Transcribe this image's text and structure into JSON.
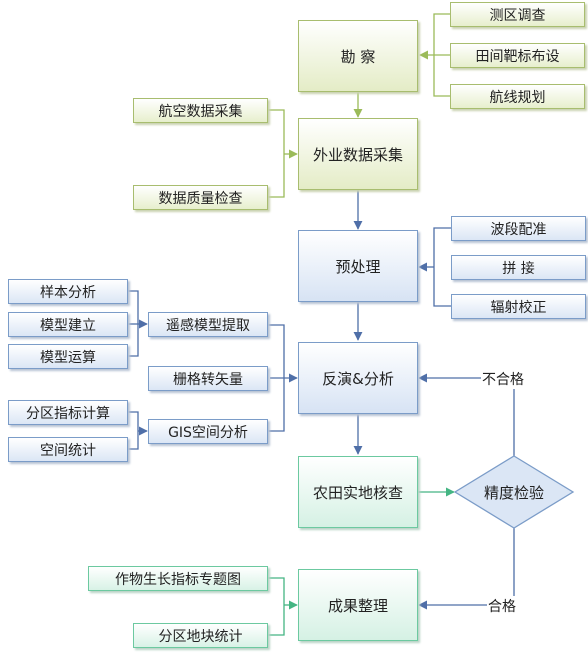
{
  "nodes": {
    "kancha": "勘 察",
    "cequ": "测区调查",
    "tianjian": "田间靶标布设",
    "hangxian": "航线规划",
    "hangkong": "航空数据采集",
    "zhiliang": "数据质量检查",
    "waiye": "外业数据采集",
    "yuchuli": "预处理",
    "boduan": "波段配准",
    "pinjie": "拼 接",
    "fushe": "辐射校正",
    "yangben": "样本分析",
    "jianli": "模型建立",
    "yunsuan": "模型运算",
    "yaogan": "遥感模型提取",
    "shange": "栅格转矢量",
    "fanyan": "反演&分析",
    "fenqu_zhibiao": "分区指标计算",
    "kongjian": "空间统计",
    "gis": "GIS空间分析",
    "nongtian": "农田实地核查",
    "jingdu": "精度检验",
    "zuowu": "作物生长指标专题图",
    "fenqu_dikuai": "分区地块统计",
    "chengguo": "成果整理"
  },
  "labels": {
    "buhege": "不合格",
    "hege": "合格"
  },
  "colors": {
    "green_line": "#9bbb59",
    "blue_line": "#4f6fa8",
    "teal_line": "#44b583",
    "gray_line": "#7f8fa6"
  }
}
